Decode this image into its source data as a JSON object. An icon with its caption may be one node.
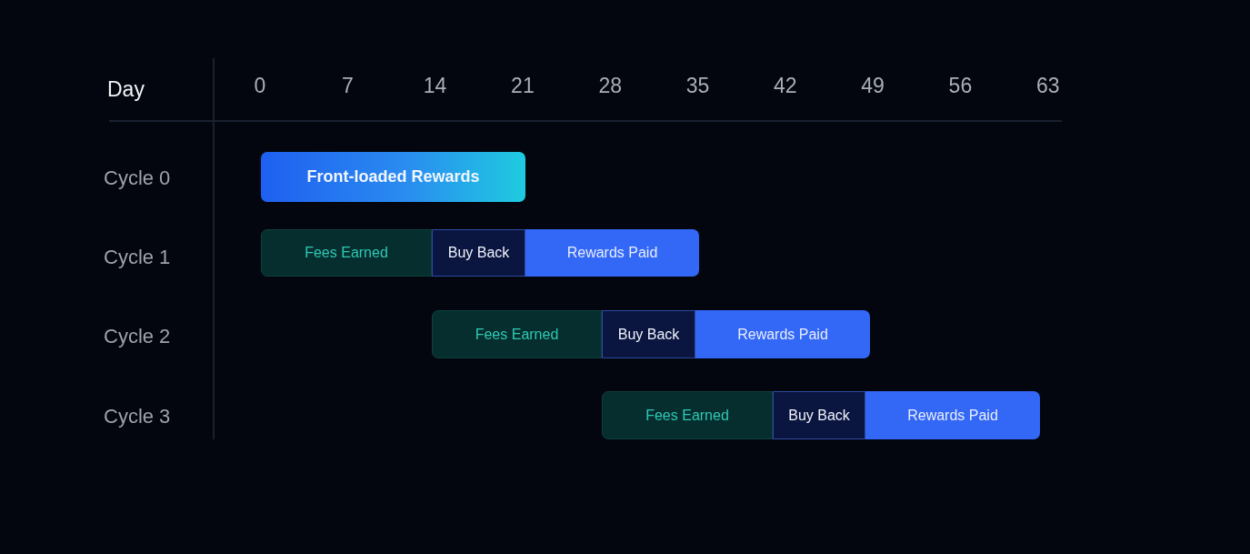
{
  "diagram": {
    "nodes": [
      {
        "text": [
          "Front-loaded Rewards"
        ]
      },
      {
        "text": [
          "Fees Earned"
        ]
      },
      {
        "text": [
          "Buy Back"
        ]
      },
      {
        "text": [
          "Rewards Paid"
        ]
      },
      {
        "text": [
          "Fees Earned"
        ]
      },
      {
        "text": [
          "Buy Back"
        ]
      },
      {
        "text": [
          "Rewards Paid"
        ]
      },
      {
        "text": [
          "Fees Earned"
        ]
      },
      {
        "text": [
          "Buy Back"
        ]
      },
      {
        "text": [
          "Rewards Paid"
        ]
      }
    ],
    "labels": [
      "Day",
      "0",
      "7",
      "14",
      "21",
      "28",
      "35",
      "42",
      "49",
      "56",
      "63",
      "Cycle 0",
      "Cycle 1",
      "Cycle 2",
      "Cycle 3"
    ]
  }
}
